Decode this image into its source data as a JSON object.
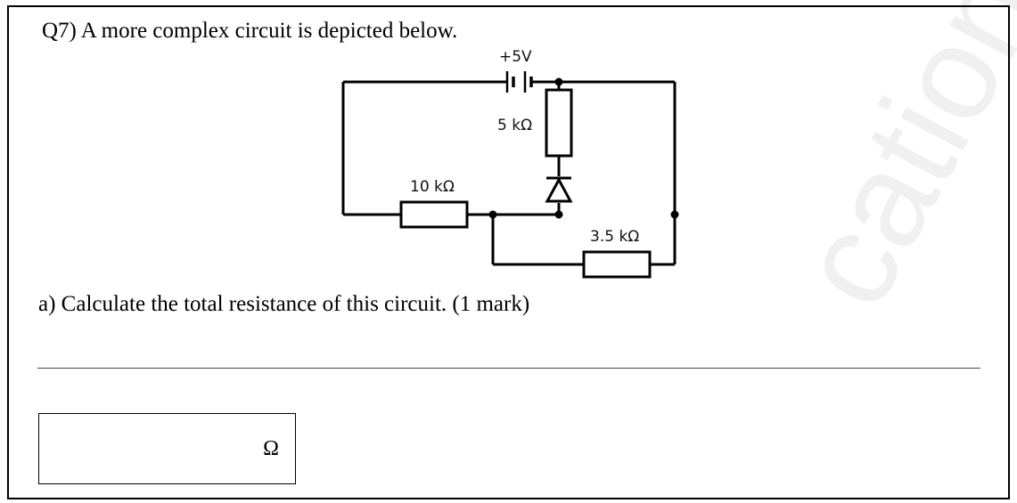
{
  "question": {
    "title": "Q7) A more complex circuit is depicted below.",
    "part_a": "a) Calculate the total resistance of this circuit. (1 mark)"
  },
  "circuit": {
    "supply_label": "+5V",
    "resistor_top_label": "5 kΩ",
    "resistor_left_label": "10 kΩ",
    "resistor_bottom_label": "3.5 kΩ"
  },
  "answer": {
    "unit": "Ω"
  },
  "watermark": "cation"
}
